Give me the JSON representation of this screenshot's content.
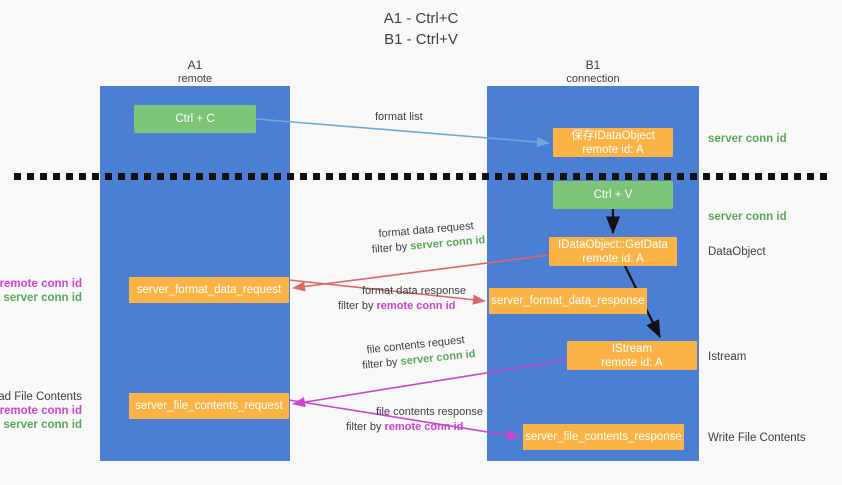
{
  "title": {
    "line1": "A1 - Ctrl+C",
    "line2": "B1 - Ctrl+V"
  },
  "columns": {
    "a1": {
      "name": "A1",
      "role": "remote"
    },
    "b1": {
      "name": "B1",
      "role": "connection"
    }
  },
  "nodes": {
    "ctrl_c": {
      "label": "Ctrl + C"
    },
    "save_dataobject": {
      "line1": "保存IDataObject",
      "line2": "remote id: A"
    },
    "ctrl_v": {
      "label": "Ctrl + V"
    },
    "getdata": {
      "line1": "IDataObject::GetData",
      "line2": "remote id: A"
    },
    "format_data_request": {
      "label": "server_format_data_request"
    },
    "format_data_response": {
      "label": "server_format_data_response"
    },
    "istream": {
      "line1": "IStream",
      "line2": "remote id: A"
    },
    "file_contents_request": {
      "label": "server_file_contents_request"
    },
    "file_contents_response": {
      "label": "server_file_contents_response"
    }
  },
  "right_notes": {
    "server_conn_id_top": "server conn id",
    "server_conn_id_middle": "server conn id",
    "dataobject": "DataObject",
    "istream": "Istream",
    "write_file_contents": "Write File Contents"
  },
  "left_notes": {
    "format": {
      "remote": "remote conn id",
      "server": "server conn id"
    },
    "file": {
      "heading": "Read File Contents",
      "remote": "remote conn id",
      "server": "server conn id"
    }
  },
  "edge_labels": {
    "format_list": "format list",
    "format_data_request": {
      "line1": "format data request",
      "filter_prefix": "filter by ",
      "filter_value": "server conn id"
    },
    "format_data_response": {
      "line1": "format data response",
      "filter_prefix": "filter by ",
      "filter_value": "remote conn id"
    },
    "file_contents_request": {
      "line1": "file contents request",
      "filter_prefix": "filter by ",
      "filter_value": "server conn id"
    },
    "file_contents_response": {
      "line1": "file contents response",
      "filter_prefix": "filter by ",
      "filter_value": "remote conn id"
    }
  },
  "colors": {
    "lane": "#4a7fd4",
    "green_node": "#7cc576",
    "orange_node": "#fbb346",
    "server_conn": "#5aa75a",
    "remote_conn": "#cc44cc",
    "arrow_blue": "#6fa8dc",
    "arrow_red": "#e06666",
    "arrow_magenta": "#cc44cc",
    "arrow_black": "#111111",
    "background": "#f8f8f8"
  }
}
